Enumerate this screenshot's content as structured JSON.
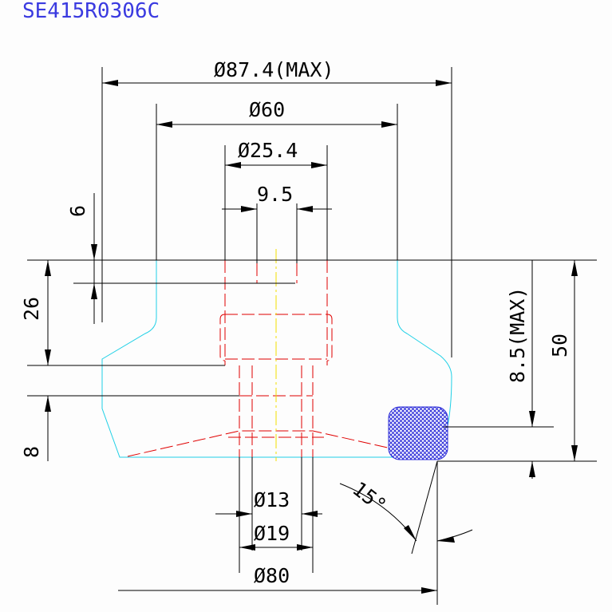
{
  "title": "SE415R0306C",
  "dimensions": {
    "d_max": "Ø87.4(MAX)",
    "d_60": "Ø60",
    "d_25_4": "Ø25.4",
    "w_9_5": "9.5",
    "h_6": "6",
    "h_26": "26",
    "h_8": "8",
    "h_8_5_max": "8.5(MAX)",
    "h_50": "50",
    "d_13": "Ø13",
    "d_19": "Ø19",
    "d_80": "Ø80",
    "angle_15": "15°"
  },
  "colors": {
    "outline": "#1fd0e6",
    "hidden": "#e00000",
    "center": "#f2e000",
    "dimension": "#000000",
    "title": "#3a3ae0",
    "hatch": "#2a2ad8"
  }
}
